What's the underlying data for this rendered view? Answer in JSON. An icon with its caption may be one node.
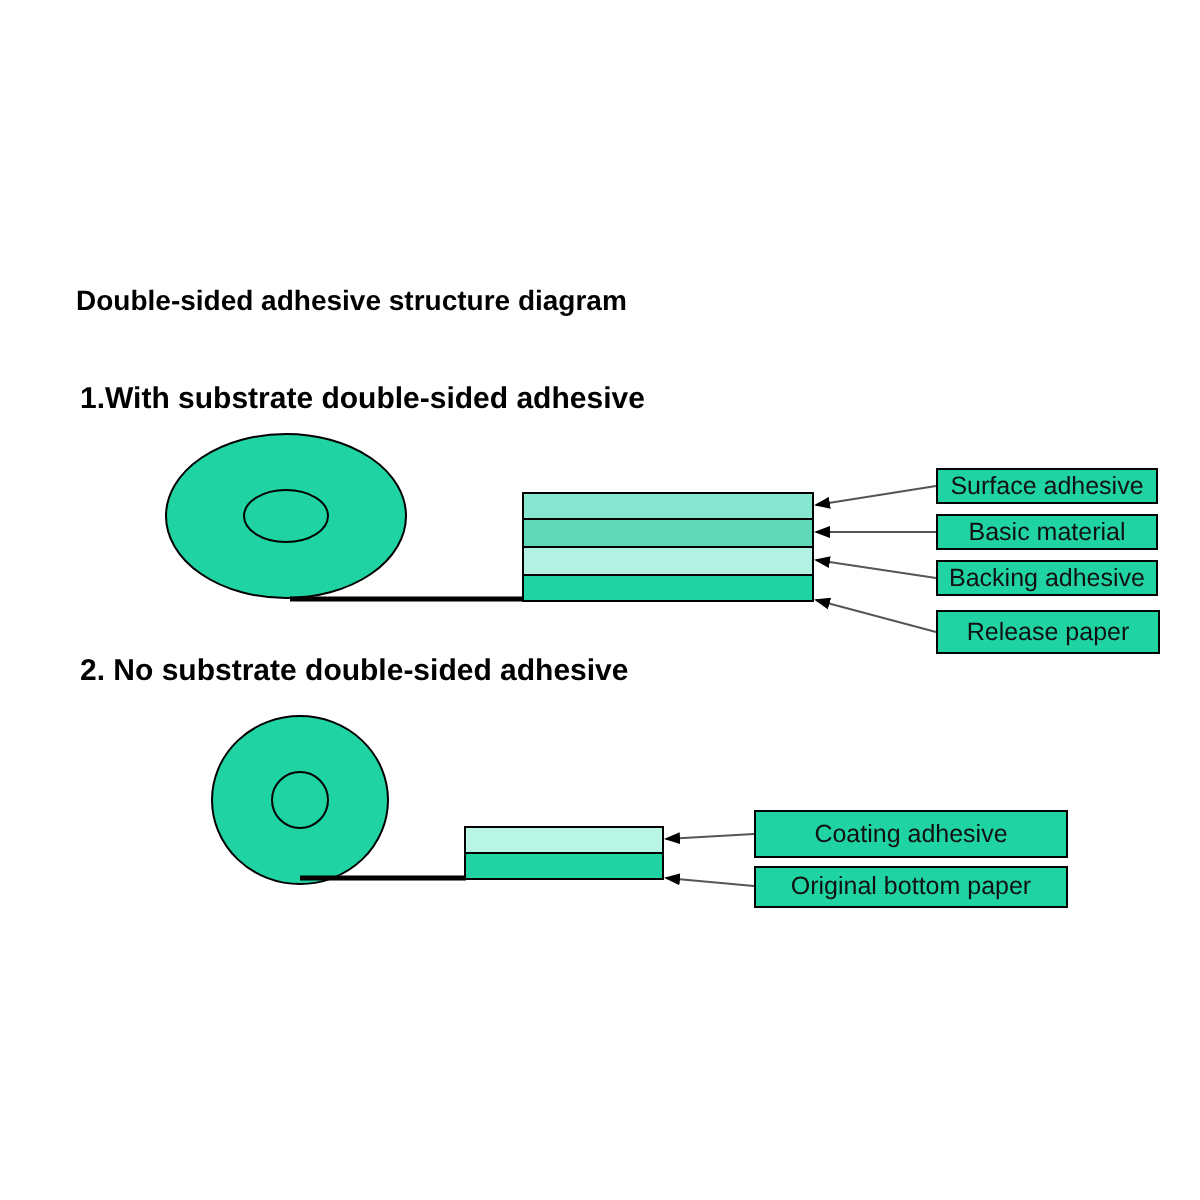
{
  "diagram": {
    "title": "Double-sided adhesive structure diagram",
    "nodes": [
      {
        "text": [],
        "shape": "bar"
      },
      {
        "text": [],
        "shape": "bar"
      },
      {
        "text": [],
        "shape": "bar"
      },
      {
        "text": [],
        "shape": "bar"
      },
      {
        "text": [
          "Surface adhesive"
        ]
      },
      {
        "text": [
          "Basic material"
        ]
      },
      {
        "text": [
          "Backing adhesive"
        ]
      },
      {
        "text": [
          "Release paper"
        ]
      },
      {
        "text": [],
        "shape": "bar"
      },
      {
        "text": [],
        "shape": "bar"
      },
      {
        "text": [
          "Coating adhesive"
        ]
      },
      {
        "text": [
          "Original bottom paper"
        ]
      }
    ],
    "edges": [
      {
        "from": 4,
        "to": 0,
        "arrow": "to"
      },
      {
        "from": 5,
        "to": 1,
        "arrow": "to"
      },
      {
        "from": 6,
        "to": 2,
        "arrow": "to"
      },
      {
        "from": 7,
        "to": 3,
        "arrow": "to"
      },
      {
        "from": 10,
        "to": 8,
        "arrow": "to"
      },
      {
        "from": 11,
        "to": 9,
        "arrow": "to"
      }
    ],
    "labels": [
      "1.With substrate double-sided adhesive",
      "2. No substrate double-sided adhesive"
    ]
  }
}
